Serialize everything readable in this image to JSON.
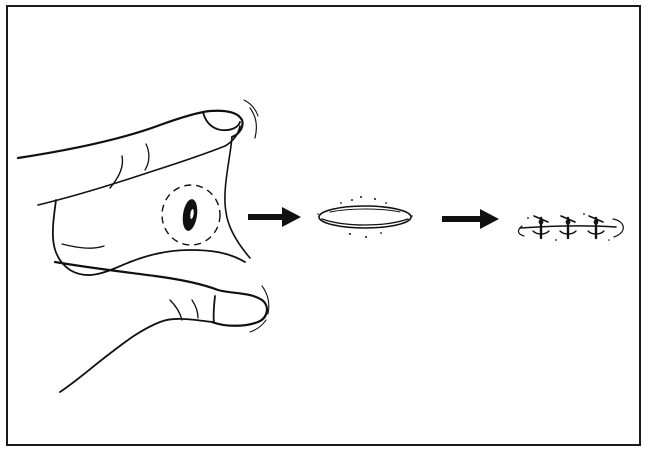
{
  "figure": {
    "type": "illustration",
    "frame": true,
    "stages": [
      {
        "id": "pinched-skin-with-lesion",
        "icon": "fingers-pinching-skin-icon"
      },
      {
        "id": "elliptical-excision",
        "icon": "elliptical-wound-icon"
      },
      {
        "id": "sutured-closure",
        "icon": "sutures-icon"
      }
    ],
    "arrows": [
      {
        "from": "pinched-skin-with-lesion",
        "to": "elliptical-excision"
      },
      {
        "from": "elliptical-excision",
        "to": "sutured-closure"
      }
    ],
    "colors": {
      "ink": "#111111",
      "background": "#ffffff"
    }
  }
}
